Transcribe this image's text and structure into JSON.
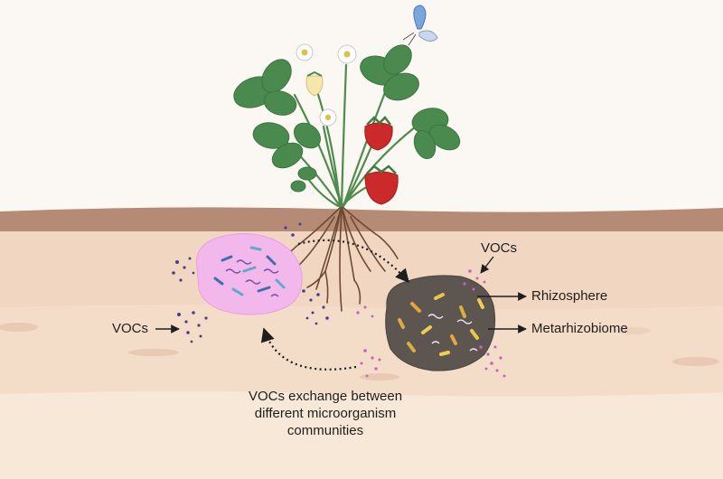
{
  "labels": {
    "vocs_left": "VOCs",
    "vocs_top": "VOCs",
    "rhizosphere": "Rhizosphere",
    "metarhizobiome": "Metarhizobiome",
    "caption_line1": "VOCs exchange between",
    "caption_line2": "different microorganism",
    "caption_line3": "communities"
  },
  "colors": {
    "sky": "#fbf7f2",
    "soil_top": "#b58b76",
    "soil_mid": "#f1d7c2",
    "soil_low": "#f6e6d5",
    "pink_community": "#f2b8ec",
    "dark_community": "#5c5550",
    "leaf": "#4a8a4f",
    "strawberry": "#cc2a2a",
    "voc_purple": "#4a3f8a",
    "voc_pink": "#c660b8"
  },
  "icons": [
    "strawberry-plant-icon",
    "butterfly-icon",
    "root-icon",
    "microbe-cluster-icon",
    "arrow-icon"
  ]
}
